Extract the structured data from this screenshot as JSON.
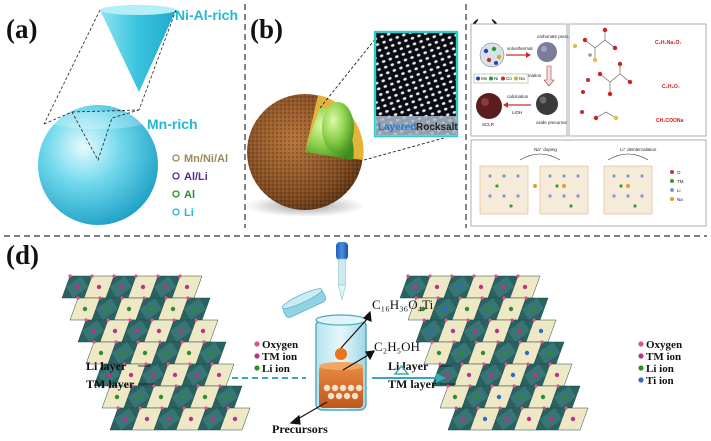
{
  "panels": {
    "a": {
      "label": "(a)",
      "ni_rich": "Ni-Al-rich",
      "mn_rich": "Mn-rich",
      "legend": [
        {
          "text": "Mn/Ni/Al",
          "color": "#9a8a57"
        },
        {
          "text": "Al/Li",
          "color": "#5a2a8c"
        },
        {
          "text": "Al",
          "color": "#2e8b2e"
        },
        {
          "text": "Li",
          "color": "#21b8d6"
        }
      ]
    },
    "b": {
      "label": "(b)",
      "tem_left": "Layered",
      "tem_right": "Rocksalt"
    },
    "c": {
      "label": "(c)",
      "schem": {
        "solvothermal": "solvothermal",
        "carbonate": "carbonate precursor",
        "calcination": "calcination",
        "calcination2": "calcination",
        "lioh": "LiOH",
        "sclr": "SCLR",
        "oxide": "oxide precursor",
        "legend": [
          "Mn",
          "Ni",
          "Co",
          "Na"
        ]
      },
      "molecules": [
        "C₆H₅Na₃O₇",
        "C₆H₈O₇",
        "CH₃COONa"
      ],
      "doping": "Na⁺ doping",
      "deintercalation": "Li⁺ deintercalation",
      "legend": [
        "O",
        "TM",
        "Li",
        "Na"
      ]
    },
    "d": {
      "label": "(d)",
      "left_legend": [
        "Oxygen",
        "TM ion",
        "Li ion"
      ],
      "right_legend": [
        "Oxygen",
        "TM ion",
        "Li ion",
        "Ti ion"
      ],
      "li_layer": "Li layer",
      "tm_layer": "TM layer",
      "ti_precursor": "C₁₆H₃₆O₄Ti",
      "ethanol": "C₂H₅OH",
      "precursors": "Precursors"
    }
  },
  "colors": {
    "cyan": "#21b8d6",
    "octahedron": "#2a6262",
    "tetra": "#efe8c4",
    "shell_brown": "#8a5226",
    "core_green": "#7ec845"
  }
}
